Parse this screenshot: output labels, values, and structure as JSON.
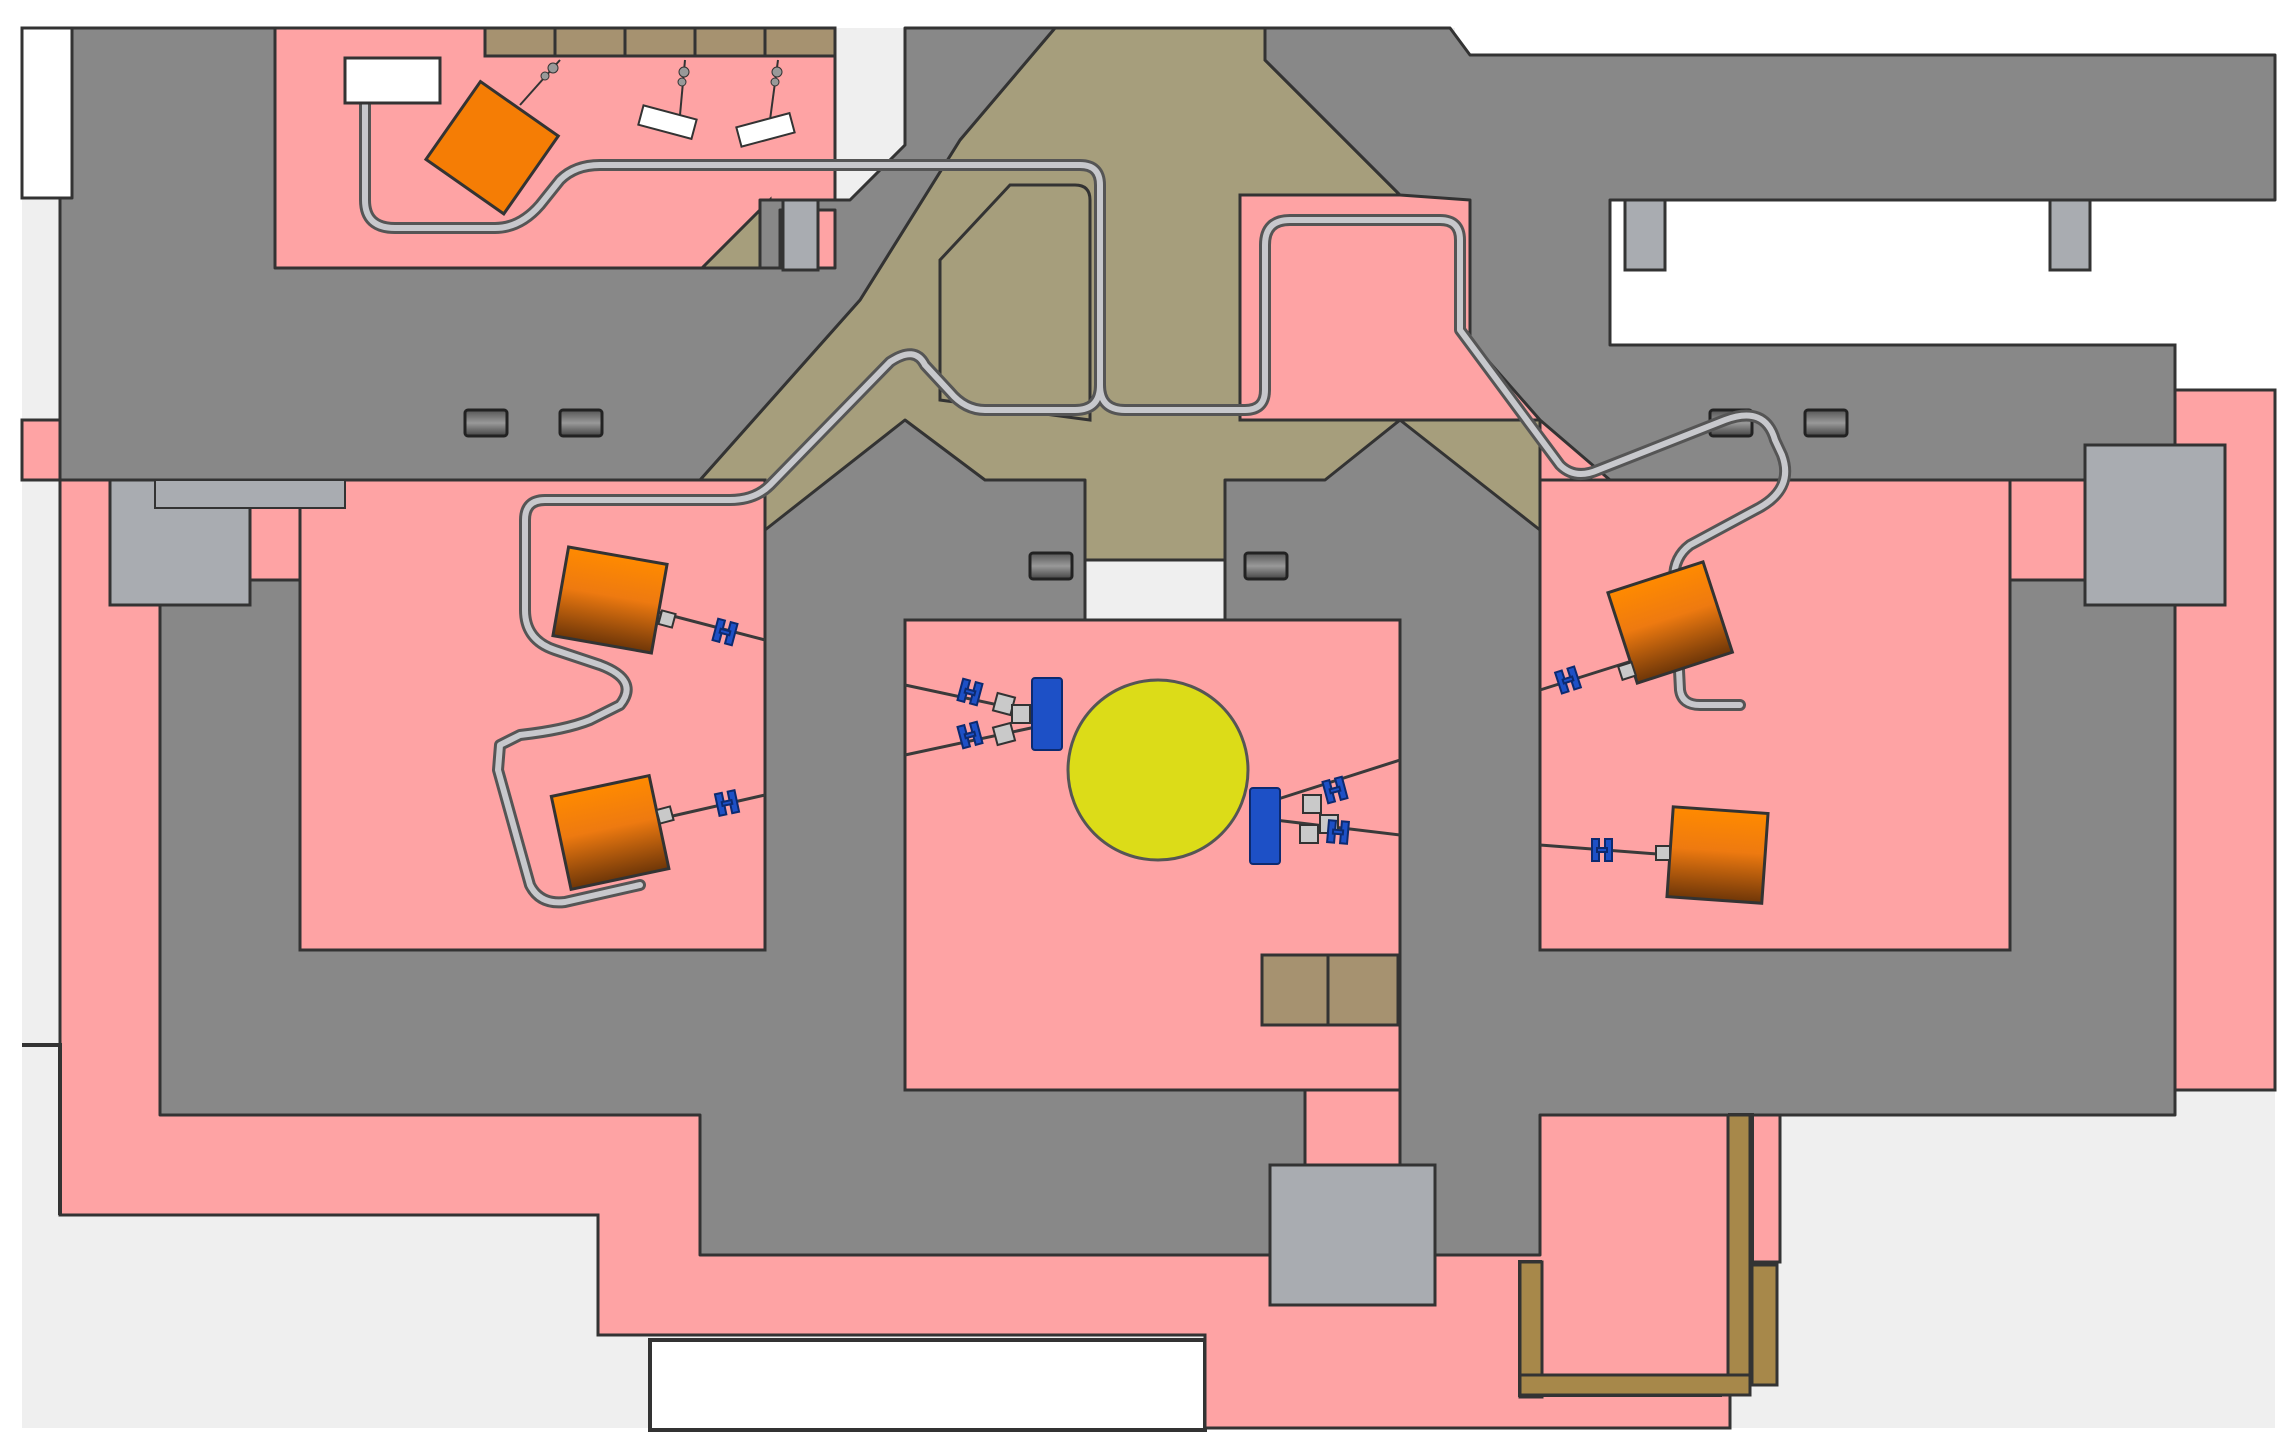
{
  "colors": {
    "background": "#ffffff",
    "exterior": "#efefef",
    "controlled_area": "#fea3a4",
    "shield_concrete": "#888888",
    "shield_khaki": "#a69e7c",
    "support_block": "#a79978",
    "steel_plate": "#a9acb1",
    "ochre_wall": "#a7884a",
    "tubing": "#a9a9ae",
    "magnet_orange": "#f57d05",
    "magnet_orange_dark": "#7a3a05",
    "quadrupole_blue": "#1d50c6",
    "target_sphere": "#dcdc18",
    "outline": "#333333"
  },
  "symbols": {
    "target": "target-sphere",
    "magnet": "dipole-magnet-box",
    "focusing": "quadrupole-doublet",
    "penetration": "wall-penetration-slot",
    "pipe": "vacuum-tube"
  }
}
